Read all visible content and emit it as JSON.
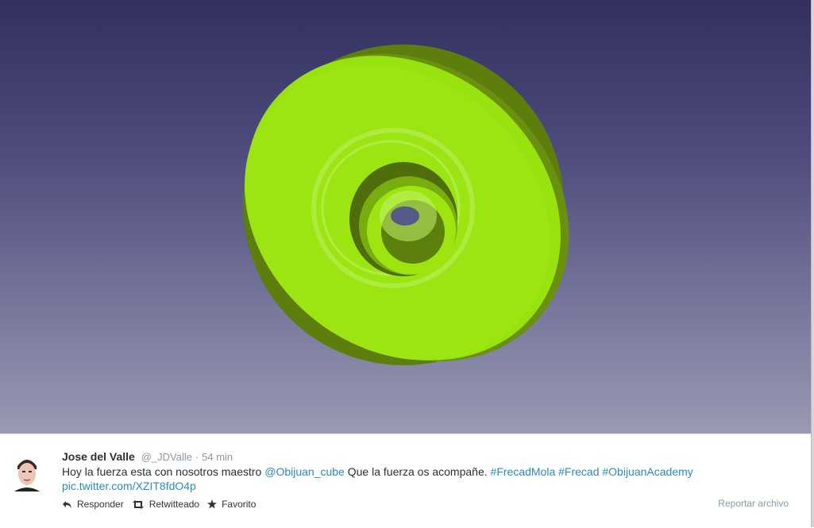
{
  "tweet": {
    "fullname": "Jose del Valle",
    "username": "@_JDValle",
    "separator": "·",
    "time": "54 min",
    "text_part1": "Hoy la fuerza esta con nosotros maestro ",
    "mention": "@Obijuan_cube",
    "text_part2": " Que la fuerza os acompañe. ",
    "hashtag1": "#FrecadMola",
    "hashtag2": "#Frecad",
    "hashtag3": "#ObijuanAcademy",
    "pic_link": "pic.twitter.com/XZIT8fdO4p",
    "actions": {
      "reply": "Responder",
      "retweet": "Retwitteado",
      "favorite": "Favorito"
    },
    "report": "Reportar archivo"
  },
  "colors": {
    "model_green": "#9be314",
    "model_shade": "#6e9a0e",
    "link_blue": "#2a8bc0"
  }
}
